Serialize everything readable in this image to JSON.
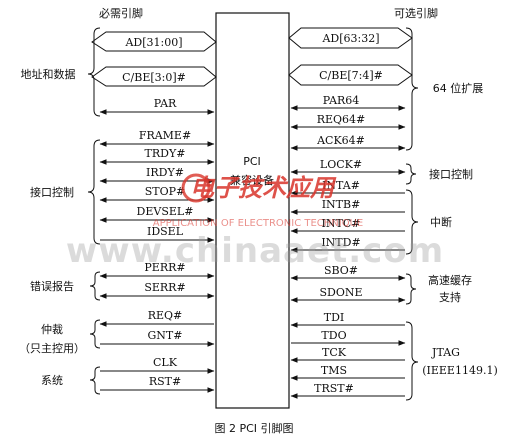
{
  "figure": {
    "caption": "图 2  PCI 引脚图",
    "device_label": [
      "PCI",
      "兼容设备"
    ],
    "left_heading": "必需引脚",
    "right_heading": "可选引脚"
  },
  "left_groups": [
    {
      "label": "地址和数据",
      "signals": [
        "AD[31:00]",
        "C/BE[3:0]#",
        "PAR"
      ]
    },
    {
      "label": "接口控制",
      "signals": [
        "FRAME#",
        "TRDY#",
        "IRDY#",
        "STOP#",
        "DEVSEL#",
        "IDSEL"
      ]
    },
    {
      "label": "错误报告",
      "signals": [
        "PERR#",
        "SERR#"
      ]
    },
    {
      "label": "仲裁",
      "label2": "（只主控用）",
      "signals": [
        "REQ#",
        "GNT#"
      ]
    },
    {
      "label": "系统",
      "signals": [
        "CLK",
        "RST#"
      ]
    }
  ],
  "right_groups": [
    {
      "label": "64 位扩展",
      "signals": [
        "AD[63:32]",
        "C/BE[7:4]#",
        "PAR64",
        "REQ64#",
        "ACK64#"
      ]
    },
    {
      "label": "接口控制",
      "signals": [
        "LOCK#"
      ]
    },
    {
      "label": "中断",
      "signals": [
        "INTA#",
        "INTB#",
        "INTC#",
        "INTD#"
      ]
    },
    {
      "label": "高速缓存",
      "label2": "支持",
      "signals": [
        "SBO#",
        "SDONE"
      ]
    },
    {
      "label": "JTAG",
      "label2": "(IEEE1149.1)",
      "signals": [
        "TDI",
        "TDO",
        "TCK",
        "TMS",
        "TRST#"
      ]
    }
  ],
  "watermark": {
    "logo_text": "电子技术应用",
    "tagline": "APPLICATION OF ELECTRONIC TECHNIQUE",
    "url": "www.chinaaet.com"
  }
}
